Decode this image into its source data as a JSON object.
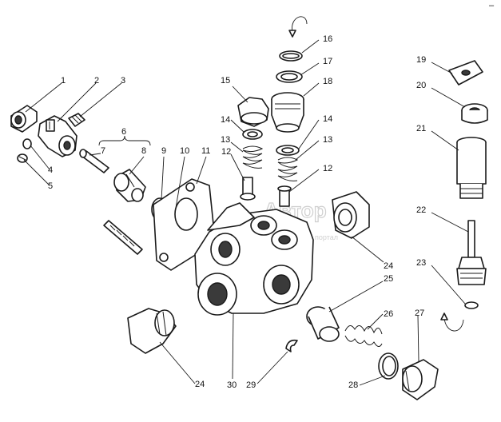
{
  "diagram": {
    "watermark": "Автор",
    "watermark_sub": "технический портал",
    "corner_mark": "–",
    "labels": [
      "1",
      "2",
      "3",
      "4",
      "5",
      "6",
      "7",
      "8",
      "9",
      "10",
      "11",
      "12",
      "12",
      "13",
      "13",
      "14",
      "14",
      "15",
      "16",
      "17",
      "18",
      "19",
      "20",
      "21",
      "22",
      "23",
      "24",
      "24",
      "25",
      "26",
      "27",
      "28",
      "29",
      "30"
    ]
  }
}
